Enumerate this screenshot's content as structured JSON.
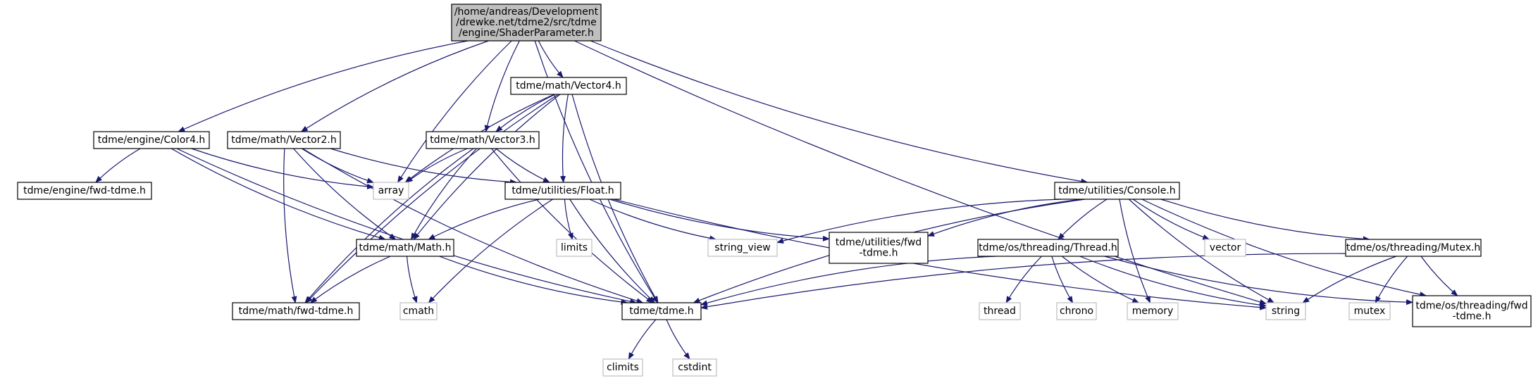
{
  "colors": {
    "edge": "#191970",
    "node_border": "#000000",
    "system_border": "#bfbfbf",
    "root_fill": "#bfbfbf",
    "node_fill": "#ffffff"
  },
  "nodes": {
    "root": {
      "lines": [
        "/home/andreas/Development",
        "/drewke.net/tdme2/src/tdme",
        "/engine/ShaderParameter.h"
      ],
      "kind": "root"
    },
    "vector4": {
      "lines": [
        "tdme/math/Vector4.h"
      ],
      "kind": "header"
    },
    "color4": {
      "lines": [
        "tdme/engine/Color4.h"
      ],
      "kind": "header"
    },
    "vector2": {
      "lines": [
        "tdme/math/Vector2.h"
      ],
      "kind": "header"
    },
    "vector3": {
      "lines": [
        "tdme/math/Vector3.h"
      ],
      "kind": "header"
    },
    "array": {
      "lines": [
        "array"
      ],
      "kind": "system"
    },
    "engine_fwd": {
      "lines": [
        "tdme/engine/fwd-tdme.h"
      ],
      "kind": "header"
    },
    "float": {
      "lines": [
        "tdme/utilities/Float.h"
      ],
      "kind": "header"
    },
    "math": {
      "lines": [
        "tdme/math/Math.h"
      ],
      "kind": "header"
    },
    "limits": {
      "lines": [
        "limits"
      ],
      "kind": "system"
    },
    "string_view": {
      "lines": [
        "string_view"
      ],
      "kind": "system"
    },
    "util_fwd": {
      "lines": [
        "tdme/utilities/fwd",
        "-tdme.h"
      ],
      "kind": "header"
    },
    "console": {
      "lines": [
        "tdme/utilities/Console.h"
      ],
      "kind": "header"
    },
    "thread": {
      "lines": [
        "tdme/os/threading/Thread.h"
      ],
      "kind": "header"
    },
    "vector": {
      "lines": [
        "vector"
      ],
      "kind": "system"
    },
    "mutex_h": {
      "lines": [
        "tdme/os/threading/Mutex.h"
      ],
      "kind": "header"
    },
    "math_fwd": {
      "lines": [
        "tdme/math/fwd-tdme.h"
      ],
      "kind": "header"
    },
    "cmath": {
      "lines": [
        "cmath"
      ],
      "kind": "system"
    },
    "tdme": {
      "lines": [
        "tdme/tdme.h"
      ],
      "kind": "header"
    },
    "thread_sys": {
      "lines": [
        "thread"
      ],
      "kind": "system"
    },
    "chrono": {
      "lines": [
        "chrono"
      ],
      "kind": "system"
    },
    "memory": {
      "lines": [
        "memory"
      ],
      "kind": "system"
    },
    "string": {
      "lines": [
        "string"
      ],
      "kind": "system"
    },
    "mutex_sys": {
      "lines": [
        "mutex"
      ],
      "kind": "system"
    },
    "thr_fwd": {
      "lines": [
        "tdme/os/threading/fwd",
        "-tdme.h"
      ],
      "kind": "header"
    },
    "climits": {
      "lines": [
        "climits"
      ],
      "kind": "system"
    },
    "cstdint": {
      "lines": [
        "cstdint"
      ],
      "kind": "system"
    }
  },
  "edges": [
    [
      "root",
      "vector4"
    ],
    [
      "root",
      "color4"
    ],
    [
      "root",
      "vector2"
    ],
    [
      "root",
      "vector3"
    ],
    [
      "root",
      "array"
    ],
    [
      "root",
      "tdme"
    ],
    [
      "root",
      "console"
    ],
    [
      "root",
      "string"
    ],
    [
      "vector4",
      "vector3"
    ],
    [
      "vector4",
      "array"
    ],
    [
      "vector4",
      "math_fwd"
    ],
    [
      "vector4",
      "math"
    ],
    [
      "vector4",
      "float"
    ],
    [
      "vector4",
      "tdme"
    ],
    [
      "color4",
      "engine_fwd"
    ],
    [
      "color4",
      "array"
    ],
    [
      "color4",
      "math"
    ],
    [
      "color4",
      "tdme"
    ],
    [
      "vector2",
      "array"
    ],
    [
      "vector2",
      "float"
    ],
    [
      "vector2",
      "math"
    ],
    [
      "vector2",
      "math_fwd"
    ],
    [
      "vector2",
      "tdme"
    ],
    [
      "vector3",
      "array"
    ],
    [
      "vector3",
      "float"
    ],
    [
      "vector3",
      "math"
    ],
    [
      "vector3",
      "math_fwd"
    ],
    [
      "vector3",
      "tdme"
    ],
    [
      "float",
      "math"
    ],
    [
      "float",
      "limits"
    ],
    [
      "float",
      "cmath"
    ],
    [
      "float",
      "tdme"
    ],
    [
      "float",
      "string_view"
    ],
    [
      "float",
      "util_fwd"
    ],
    [
      "float",
      "string"
    ],
    [
      "math",
      "math_fwd"
    ],
    [
      "math",
      "cmath"
    ],
    [
      "math",
      "tdme"
    ],
    [
      "console",
      "string_view"
    ],
    [
      "console",
      "util_fwd"
    ],
    [
      "console",
      "tdme"
    ],
    [
      "console",
      "thread"
    ],
    [
      "console",
      "memory"
    ],
    [
      "console",
      "vector"
    ],
    [
      "console",
      "string"
    ],
    [
      "console",
      "mutex_h"
    ],
    [
      "console",
      "thr_fwd"
    ],
    [
      "thread",
      "tdme"
    ],
    [
      "thread",
      "thread_sys"
    ],
    [
      "thread",
      "chrono"
    ],
    [
      "thread",
      "memory"
    ],
    [
      "thread",
      "string"
    ],
    [
      "thread",
      "thr_fwd"
    ],
    [
      "mutex_h",
      "tdme"
    ],
    [
      "mutex_h",
      "string"
    ],
    [
      "mutex_h",
      "mutex_sys"
    ],
    [
      "mutex_h",
      "thr_fwd"
    ],
    [
      "tdme",
      "climits"
    ],
    [
      "tdme",
      "cstdint"
    ]
  ]
}
